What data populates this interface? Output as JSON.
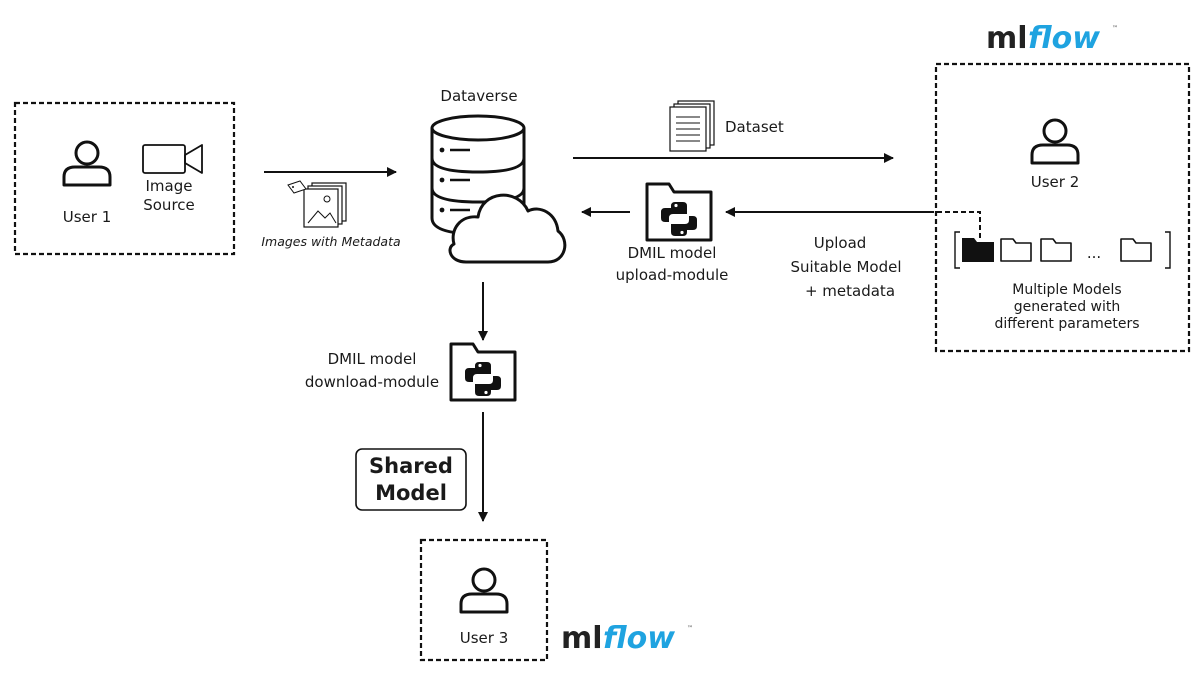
{
  "logos": {
    "ml": "ml",
    "flow": "flow",
    "tm": "™",
    "brand_color": "#1fa3e0"
  },
  "user1": {
    "label": "User 1",
    "source_line1": "Image",
    "source_line2": "Source"
  },
  "images_with_metadata": "Images with Metadata",
  "dataverse": {
    "label": "Dataverse"
  },
  "dataset": {
    "label": "Dataset"
  },
  "user2": {
    "label": "User 2"
  },
  "upload_module": {
    "line1": "DMIL model",
    "line2": "upload-module"
  },
  "upload_model": {
    "line1": "Upload",
    "line2": "Suitable Model",
    "line3": "+ metadata"
  },
  "models": {
    "ellipsis": "...",
    "line1": "Multiple Models",
    "line2": "generated with",
    "line3": "different parameters"
  },
  "download_module": {
    "line1": "DMIL model",
    "line2": "download-module"
  },
  "shared_model": {
    "line1": "Shared",
    "line2": "Model"
  },
  "user3": {
    "label": "User 3"
  }
}
